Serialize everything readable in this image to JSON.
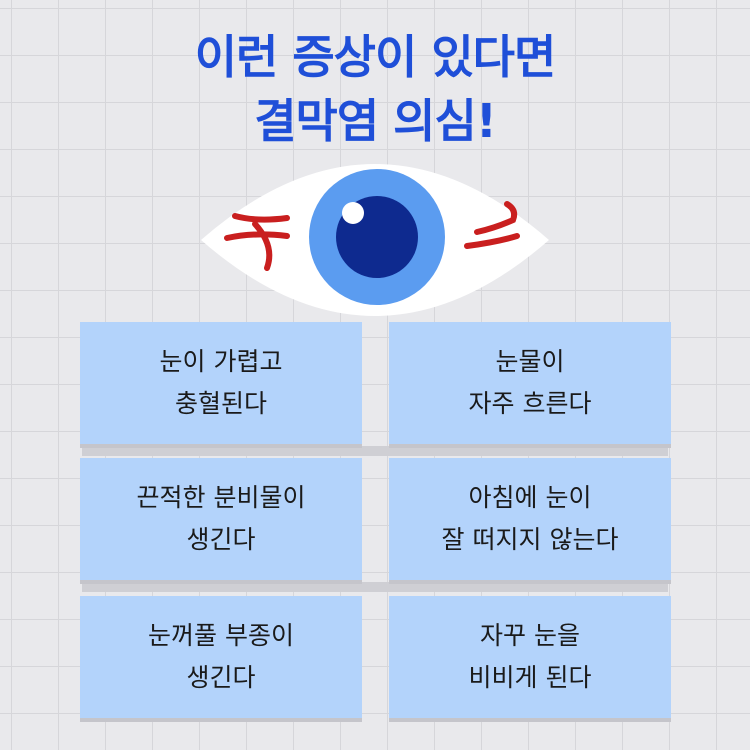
{
  "title": {
    "line1": "이런 증상이 있다면",
    "line2": "결막염 의심!"
  },
  "colors": {
    "title": "#1f4fd8",
    "card": "#b3d3fb",
    "iris": "#5b9cf0",
    "pupil": "#0e2a8f",
    "vein": "#c91f1f"
  },
  "symptoms": [
    {
      "line1": "눈이 가렵고",
      "line2": "충혈된다"
    },
    {
      "line1": "눈물이",
      "line2": "자주 흐른다"
    },
    {
      "line1": "끈적한 분비물이",
      "line2": "생긴다"
    },
    {
      "line1": "아침에 눈이",
      "line2": "잘 떠지지 않는다"
    },
    {
      "line1": "눈꺼풀 부종이",
      "line2": "생긴다"
    },
    {
      "line1": "자꾸 눈을",
      "line2": "비비게 된다"
    }
  ]
}
